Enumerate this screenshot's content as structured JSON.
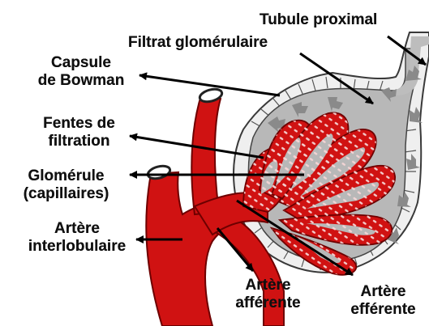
{
  "labels": {
    "tubule_proximal": "Tubule proximal",
    "filtrat": "Filtrat glomérulaire",
    "capsule_line1": "Capsule",
    "capsule_line2": "de Bowman",
    "fentes_line1": "Fentes de",
    "fentes_line2": "filtration",
    "glomerule_line1": "Glomérule",
    "glomerule_line2": "(capillaires)",
    "artere_inter_line1": "Artère",
    "artere_inter_line2": "interlobulaire",
    "artere_aff_line1": "Artère",
    "artere_aff_line2": "afférente",
    "artere_eff_line1": "Artère",
    "artere_eff_line2": "efférente"
  },
  "colors": {
    "vessel": "#d01212",
    "vessel_dark": "#6e0000",
    "capsule_fill": "#b3b3b3",
    "capsule_cells": "#f2f2f2",
    "dots": "#f4d5d5",
    "flow_arrow": "#8a8a8a",
    "pointer": "#000000"
  }
}
